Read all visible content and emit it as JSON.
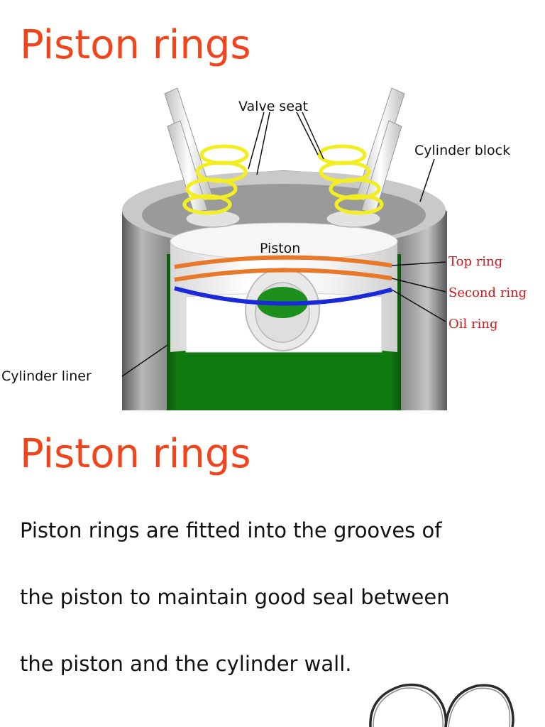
{
  "slides": [
    {
      "title": "Piston rings",
      "diagram": {
        "labels": {
          "valve_seat": "Valve seat",
          "cylinder_block": "Cylinder block",
          "piston": "Piston",
          "top_ring": "Top ring",
          "second_ring": "Second ring",
          "oil_ring": "Oil ring",
          "cylinder_liner": "Cylinder liner"
        },
        "colors": {
          "cylinder_block": "#8a8a8a",
          "cylinder_liner": "#138a13",
          "valve_springs": "#f2ee22",
          "top_rings": "#e8782a",
          "oil_ring": "#1a2ad8",
          "label_red": "#d01818"
        }
      }
    },
    {
      "title": "Piston rings",
      "body_lines": [
        "Piston rings are fitted into the grooves of",
        "the piston to maintain good seal between",
        "the piston and the cylinder wall."
      ]
    }
  ],
  "theme": {
    "title_color": "#f0441c",
    "text_color": "#111111"
  }
}
